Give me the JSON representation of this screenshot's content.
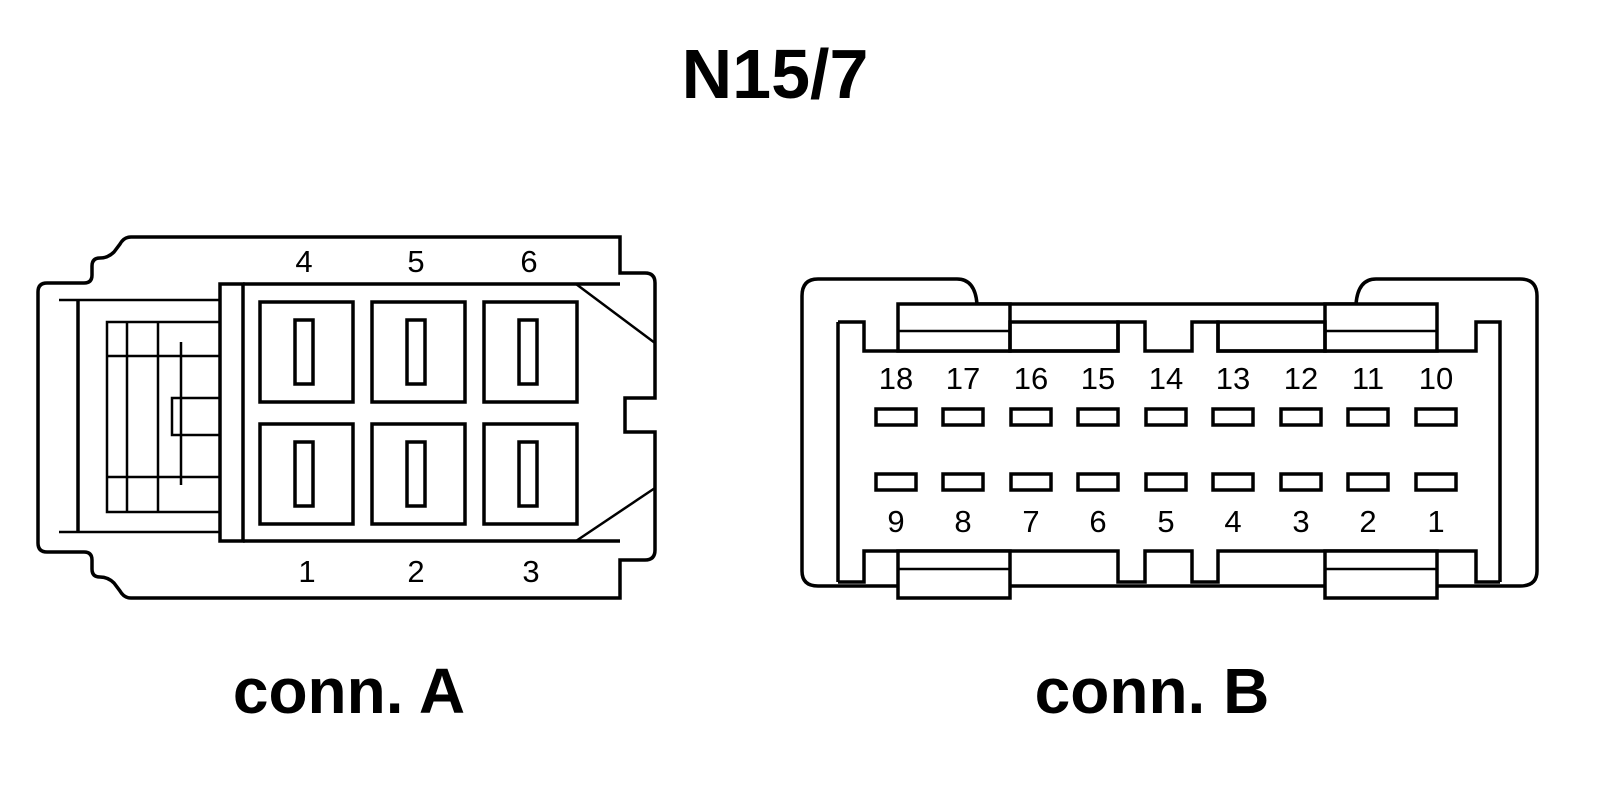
{
  "title": "N15/7",
  "connectors": [
    {
      "label": "conn. A",
      "pins_top": [
        "4",
        "5",
        "6"
      ],
      "pins_bottom": [
        "1",
        "2",
        "3"
      ]
    },
    {
      "label": "conn. B",
      "pins_top": [
        "18",
        "17",
        "16",
        "15",
        "14",
        "13",
        "12",
        "11",
        "10"
      ],
      "pins_bottom": [
        "9",
        "8",
        "7",
        "6",
        "5",
        "4",
        "3",
        "2",
        "1"
      ]
    }
  ]
}
